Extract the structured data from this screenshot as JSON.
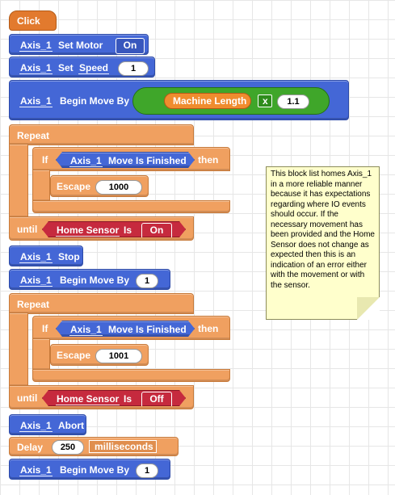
{
  "event": {
    "label": "Click"
  },
  "blocks": {
    "set_motor": {
      "axis": "Axis_1",
      "label": "Set Motor",
      "value": "On"
    },
    "set_speed": {
      "axis": "Axis_1",
      "label": "Set",
      "field": "Speed",
      "value": "1"
    },
    "begin_move_1": {
      "axis": "Axis_1",
      "label": "Begin Move By",
      "var": "Machine Length",
      "op": "x",
      "factor": "1.1"
    },
    "repeat_1": {
      "label": "Repeat",
      "if_label": "If",
      "axis": "Axis_1",
      "cond": "Move Is Finished",
      "then": "then",
      "escape_label": "Escape",
      "escape_value": "1000",
      "until": "until",
      "sensor": "Home Sensor",
      "is": "Is",
      "state": "On"
    },
    "stop": {
      "axis": "Axis_1",
      "label": "Stop"
    },
    "begin_move_2": {
      "axis": "Axis_1",
      "label": "Begin Move By",
      "value": "1"
    },
    "repeat_2": {
      "label": "Repeat",
      "if_label": "If",
      "axis": "Axis_1",
      "cond": "Move Is Finished",
      "then": "then",
      "escape_label": "Escape",
      "escape_value": "1001",
      "until": "until",
      "sensor": "Home Sensor",
      "is": "Is",
      "state": "Off"
    },
    "abort": {
      "axis": "Axis_1",
      "label": "Abort"
    },
    "delay": {
      "label": "Delay",
      "value": "250",
      "unit": "milliseconds"
    },
    "begin_move_3": {
      "axis": "Axis_1",
      "label": "Begin Move By",
      "value": "1"
    }
  },
  "comment": {
    "text": "This block list homes Axis_1 in a more reliable manner because it has expectations regarding where IO events should occur. If the necessary movement has been provided and the Home Sensor does not change as expected then this is an indication of an error either with the movement or with the sensor."
  },
  "colors": {
    "motion_block": "#4467d6",
    "control_block": "#f0a060",
    "event_block": "#e27a2e",
    "variable": "#f08c2e",
    "math": "#3fa62a",
    "sensor": "#c62a3e",
    "comment": "#ffffcc"
  }
}
